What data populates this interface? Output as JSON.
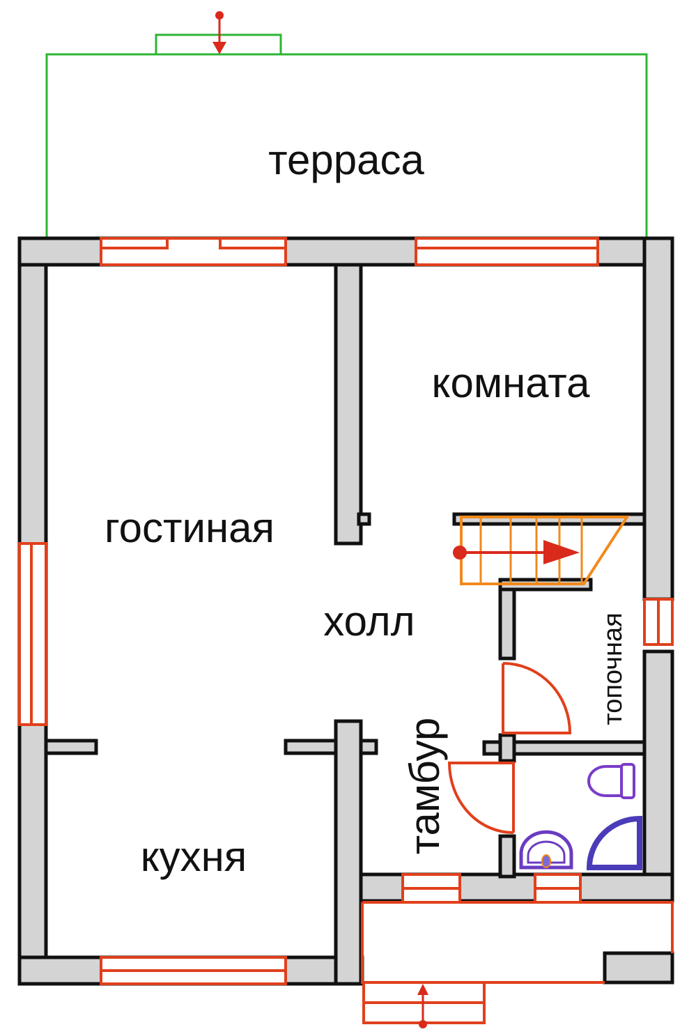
{
  "rooms": {
    "terrace": "терраса",
    "room": "комната",
    "living": "гостиная",
    "hall": "холл",
    "boiler": "топочная",
    "vestibule": "тамбур",
    "kitchen": "кухня"
  },
  "colors": {
    "wall_fill": "#d4d4d4",
    "window": "#e0401c",
    "terrace": "#2db534",
    "stairs": "#f08a1c",
    "arrow": "#d92a1c",
    "fixtures": "#6a3cc0"
  }
}
